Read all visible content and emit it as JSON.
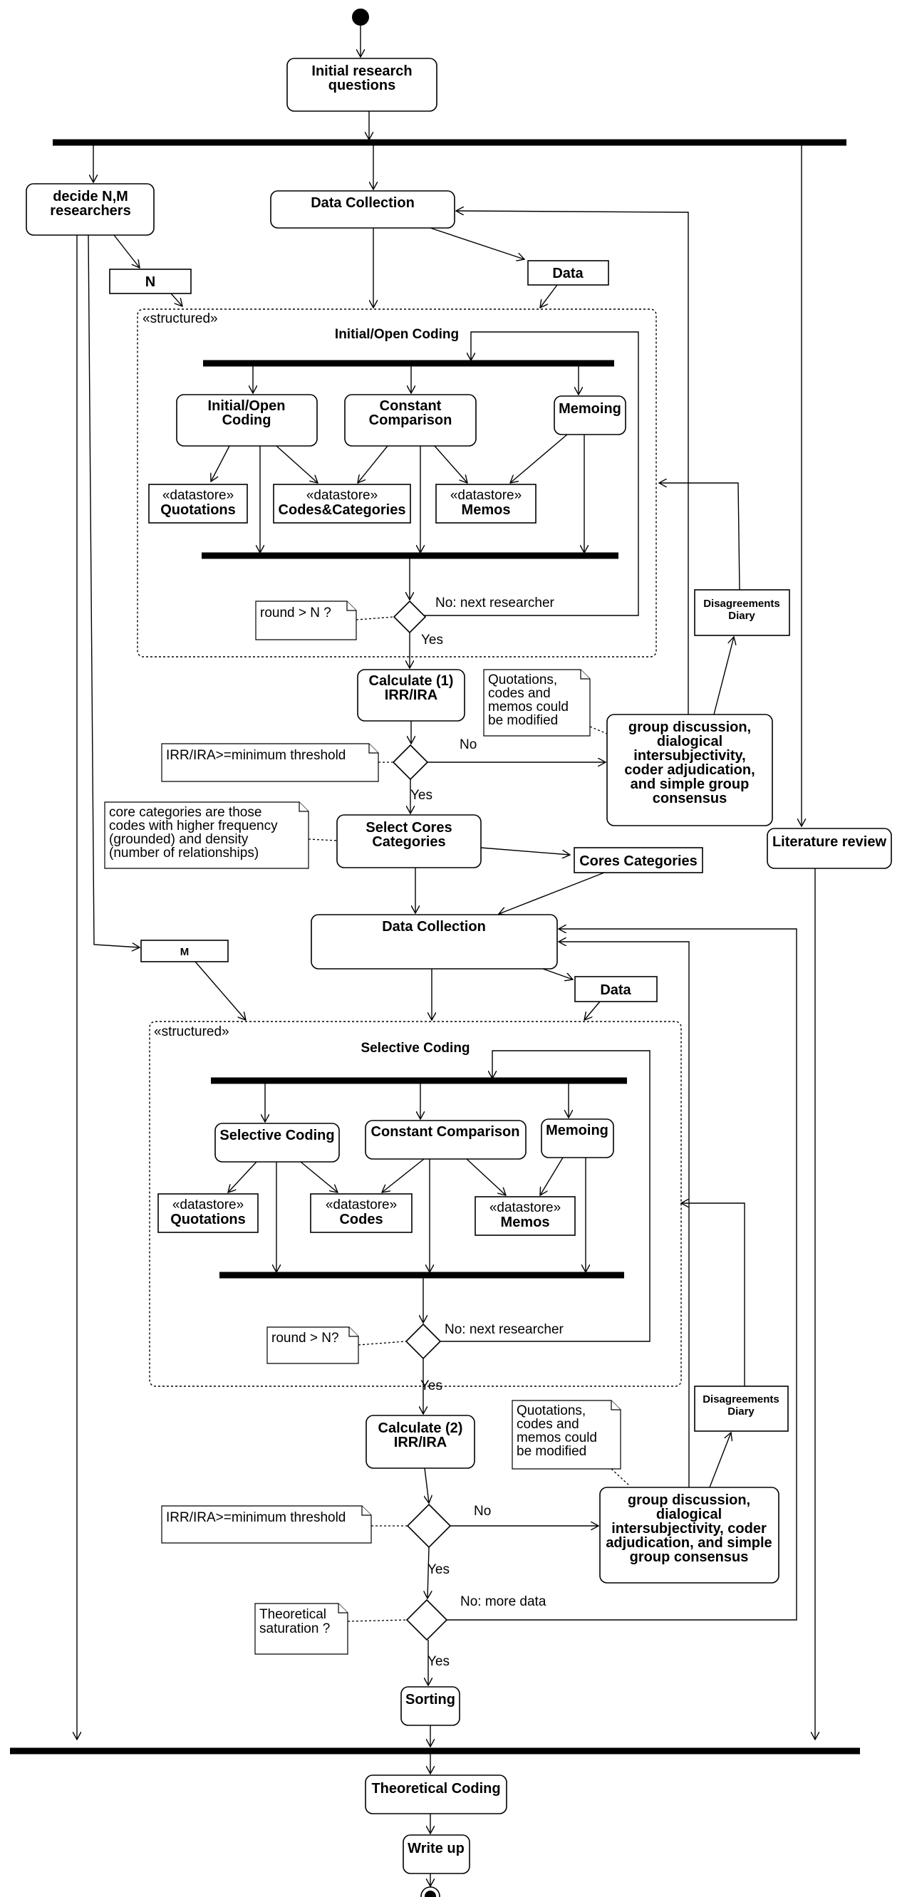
{
  "actions": {
    "initial_research_questions": [
      "Initial research",
      "questions"
    ],
    "decide_nm": [
      "decide N,M",
      "researchers"
    ],
    "data_collection_1": "Data Collection",
    "open_coding_title": "Initial/Open Coding",
    "open_coding": [
      "Initial/Open",
      "Coding"
    ],
    "constant_comparison_1": [
      "Constant",
      "Comparison"
    ],
    "memoing_1": "Memoing",
    "calculate_1": [
      "Calculate  (1)",
      "IRR/IRA"
    ],
    "group_discussion_1": [
      "group discussion,",
      "dialogical",
      "intersubjectivity,",
      "coder adjudication,",
      "and simple group",
      "consensus"
    ],
    "select_cores": [
      "Select Cores",
      "Categories"
    ],
    "literature_review": "Literature review",
    "data_collection_2": "Data Collection",
    "selective_coding_title": "Selective Coding",
    "selective_coding": "Selective Coding",
    "constant_comparison_2": "Constant Comparison",
    "memoing_2": "Memoing",
    "calculate_2": [
      "Calculate  (2)",
      "IRR/IRA"
    ],
    "group_discussion_2": [
      "group discussion,",
      "dialogical",
      "intersubjectivity, coder",
      "adjudication, and simple",
      "group consensus"
    ],
    "sorting": "Sorting",
    "theoretical_coding": "Theoretical Coding",
    "write_up": "Write up"
  },
  "objects": {
    "n": "N",
    "m": "M",
    "data_1": "Data",
    "data_2": "Data",
    "cores_categories": "Cores Categories",
    "datastore_stereotype": "«datastore»",
    "quotations_1": "Quotations",
    "codes_categories": "Codes&Categories",
    "memos_1": "Memos",
    "quotations_2": "Quotations",
    "codes": "Codes",
    "memos_2": "Memos",
    "disagreements_diary_1": [
      "Disagreements",
      "Diary"
    ],
    "disagreements_diary_2": [
      "Disagreements",
      "Diary"
    ]
  },
  "regions": {
    "structured_1": "«structured»",
    "structured_2": "«structured»"
  },
  "notes": {
    "round_n_1": "round > N ?",
    "round_n_2": "round > N?",
    "threshold_1": "IRR/IRA>=minimum threshold",
    "threshold_2": "IRR/IRA>=minimum threshold",
    "quotations_modified_1": [
      "Quotations,",
      "codes and",
      "memos could",
      "be modified"
    ],
    "quotations_modified_2": [
      "Quotations,",
      "codes and",
      "memos could",
      "be modified"
    ],
    "core_categories": [
      "core categories are those",
      "codes with higher frequency",
      "(grounded) and density",
      "(number of relationships)"
    ],
    "theoretical_saturation": [
      "Theoretical",
      "saturation ?"
    ]
  },
  "guards": {
    "yes": "Yes",
    "no": "No",
    "no_next_researcher": "No: next researcher",
    "no_more_data": "No: more data"
  }
}
